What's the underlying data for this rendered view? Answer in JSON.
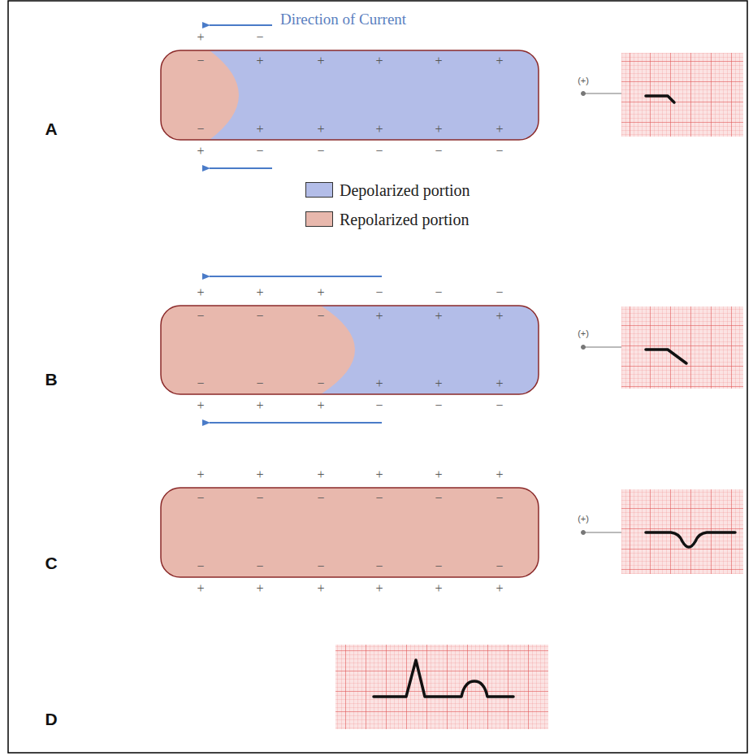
{
  "diagram": {
    "labels": [
      "Direction of Current",
      "+",
      "−",
      "−",
      "+",
      "+",
      "+",
      "+",
      "+",
      "−",
      "+",
      "+",
      "+",
      "+",
      "+",
      "+",
      "−",
      "−",
      "−",
      "−",
      "−",
      "A",
      "(+)",
      "+",
      "+",
      "+",
      "−",
      "−",
      "−",
      "−",
      "−",
      "−",
      "+",
      "+",
      "+",
      "−",
      "−",
      "−",
      "+",
      "+",
      "+",
      "+",
      "+",
      "+",
      "−",
      "−",
      "−",
      "B",
      "(+)",
      "+",
      "+",
      "+",
      "+",
      "+",
      "+",
      "−",
      "−",
      "−",
      "−",
      "−",
      "−",
      "−",
      "−",
      "−",
      "−",
      "−",
      "−",
      "+",
      "+",
      "+",
      "+",
      "+",
      "+",
      "C",
      "(+)",
      "D"
    ],
    "legend": [
      {
        "text": "Depolarized portion",
        "color": "#b3bde8"
      },
      {
        "text": "Repolarized portion",
        "color": "#e8b8ad"
      }
    ]
  }
}
